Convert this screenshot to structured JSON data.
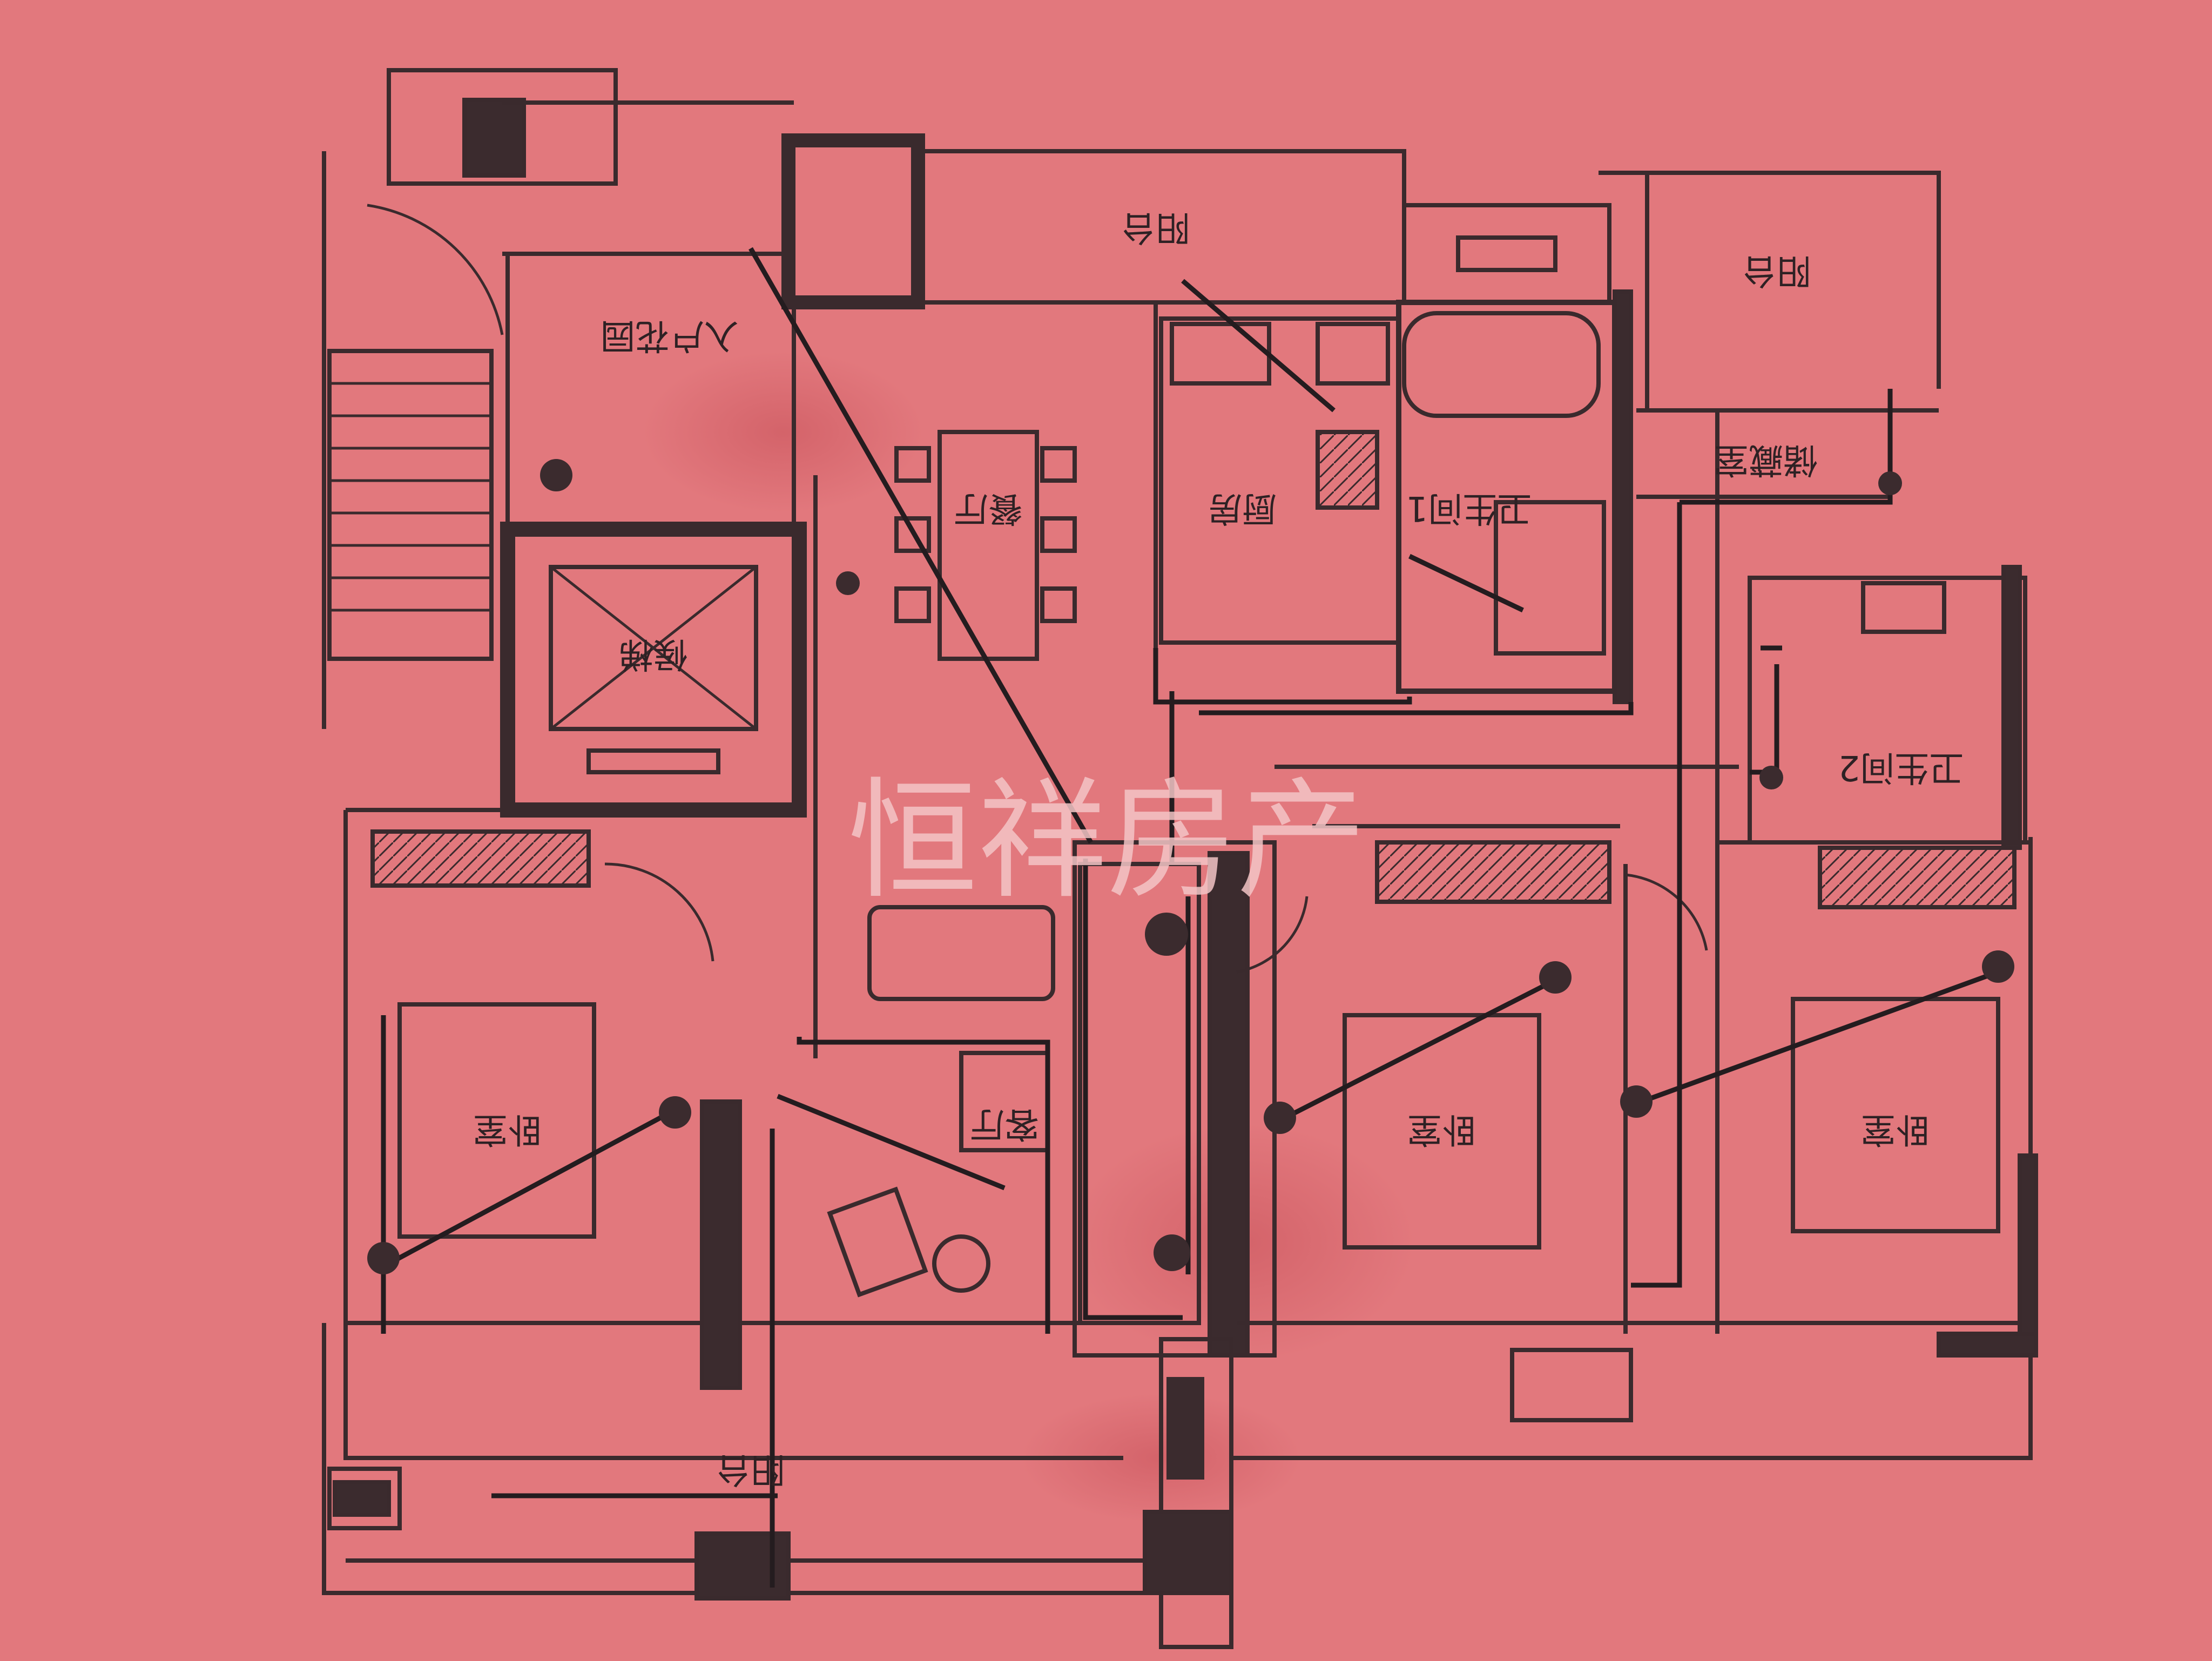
{
  "watermark": {
    "text": "恒祥房产",
    "color": "#f3c4c6"
  },
  "colors": {
    "paper": "#e2787d",
    "line": "#3a2a2d",
    "wall": "#3b2b2e",
    "wire": "#241c1f"
  },
  "rooms": {
    "entrance_hall": "入户花园",
    "elevator_lobby": "候梯",
    "dining_room": "餐厅",
    "kitchen": "厨房",
    "bathroom_1": "卫生间1",
    "bathroom_2": "卫生间2",
    "balcony_top_left": "阳台",
    "balcony_top_right": "阳台",
    "storage_room": "储藏室",
    "living_room": "客厅",
    "bedroom_left": "卧室",
    "bedroom_middle": "卧室",
    "bedroom_right": "卧室",
    "balcony_bottom": "阳台"
  }
}
